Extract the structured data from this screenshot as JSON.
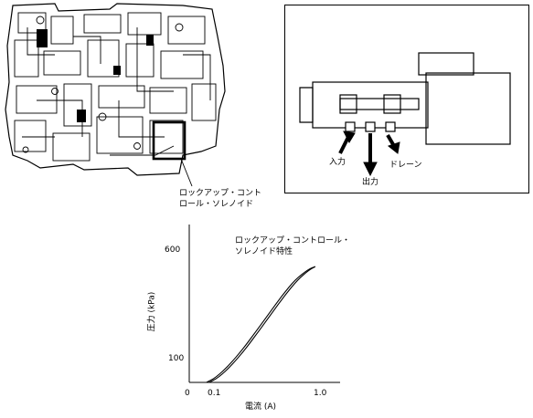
{
  "valve_body": {
    "callout_line1": "ロックアップ・コント",
    "callout_line2": "ロール・ソレノイド"
  },
  "solenoid_detail": {
    "label_input": "入力",
    "label_output": "出力",
    "label_drain": "ドレーン"
  },
  "chart_data": {
    "type": "line",
    "title_line1": "ロックアップ・コントロール・",
    "title_line2": "ソレノイド特性",
    "xlabel": "電流 (A)",
    "ylabel": "圧力 (kPa)",
    "xlim": [
      0,
      1.0
    ],
    "ylim": [
      0,
      600
    ],
    "x_tick_labels": [
      "0",
      "0.1",
      "1.0"
    ],
    "y_tick_labels": [
      "100",
      "600"
    ],
    "series": [
      {
        "x": [
          0.13,
          0.2,
          0.3,
          0.4,
          0.5,
          0.6,
          0.7,
          0.8,
          0.9,
          0.95
        ],
        "values": [
          0,
          22,
          80,
          152,
          235,
          320,
          405,
          480,
          528,
          540
        ]
      },
      {
        "x": [
          0.15,
          0.22,
          0.32,
          0.42,
          0.52,
          0.62,
          0.72,
          0.82,
          0.9,
          0.95
        ],
        "values": [
          0,
          22,
          80,
          152,
          235,
          320,
          405,
          480,
          522,
          540
        ]
      }
    ]
  }
}
